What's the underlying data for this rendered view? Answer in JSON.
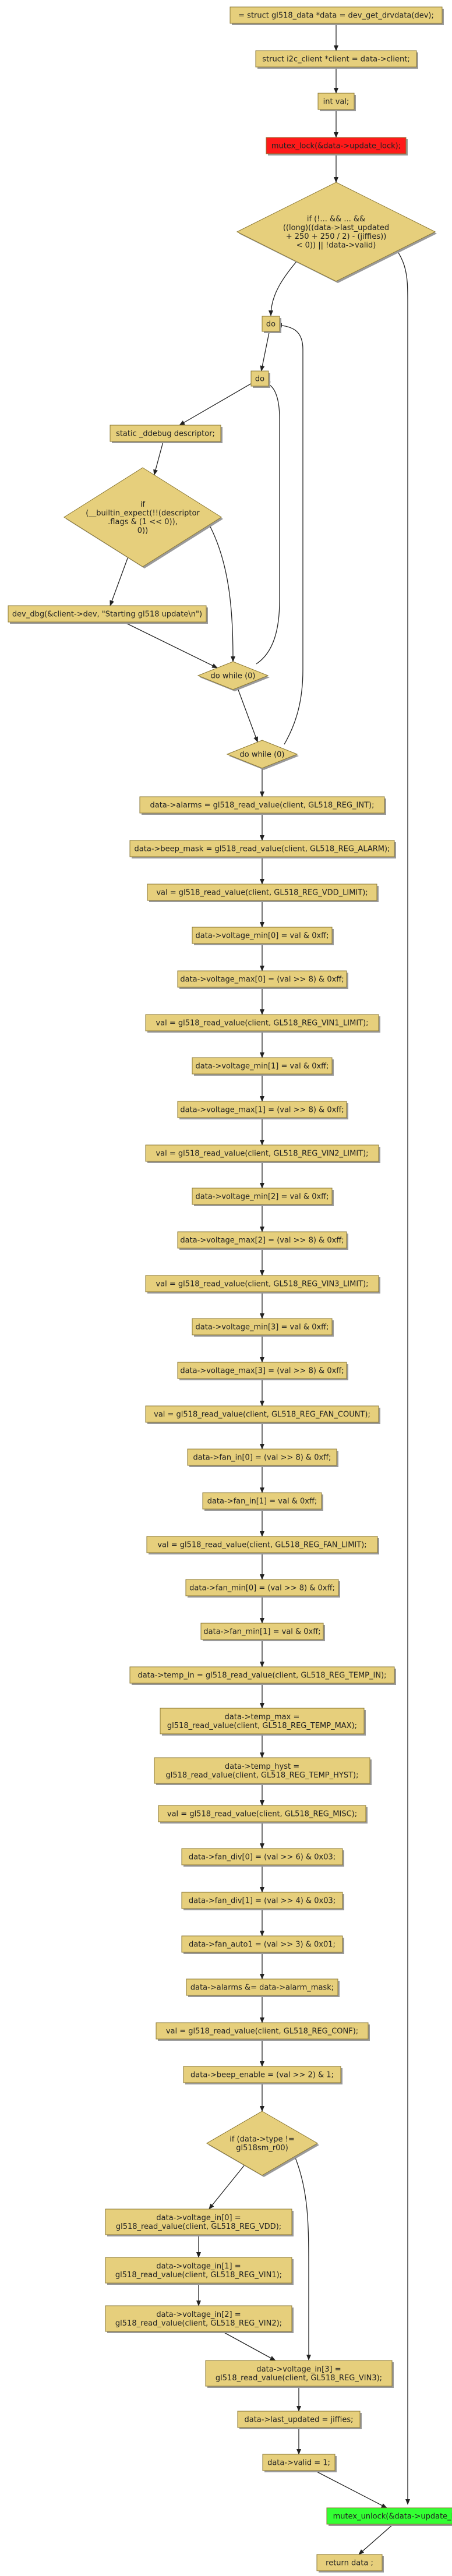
{
  "colors": {
    "box_fill": "#e6cf7c",
    "box_stroke": "#8a7733",
    "edge": "#222222",
    "lock_fill": "#ff1a1a",
    "unlock_fill": "#33ff33",
    "shadow": "#9a9a9a"
  },
  "nodes": [
    {
      "id": "n1",
      "shape": "box",
      "lines": [
        "= struct gl518_data *data = dev_get_drvdata(dev);"
      ]
    },
    {
      "id": "n2",
      "shape": "box",
      "lines": [
        "struct i2c_client *client = data->client;"
      ]
    },
    {
      "id": "n3",
      "shape": "box",
      "lines": [
        "int val;"
      ]
    },
    {
      "id": "n4",
      "shape": "box",
      "style": "lock",
      "lines": [
        "mutex_lock(&data->update_lock);"
      ]
    },
    {
      "id": "n5",
      "shape": "diamond",
      "lines": [
        "if (!... && ... &&",
        "((long)((data->last_updated",
        "+ 250 + 250 / 2) - (jiffies))",
        "< 0)) || !data->valid)"
      ]
    },
    {
      "id": "n6",
      "shape": "box",
      "lines": [
        "do"
      ]
    },
    {
      "id": "n7",
      "shape": "box",
      "lines": [
        "do"
      ]
    },
    {
      "id": "n8",
      "shape": "box",
      "lines": [
        "static _ddebug descriptor;"
      ]
    },
    {
      "id": "n9",
      "shape": "diamond",
      "lines": [
        "if",
        "(__builtin_expect(!!(descriptor",
        ".flags & (1 << 0)),",
        "0))"
      ]
    },
    {
      "id": "n10",
      "shape": "box",
      "lines": [
        "dev_dbg(&client->dev, \"Starting gl518 update\\n\")"
      ]
    },
    {
      "id": "n11",
      "shape": "diamond",
      "lines": [
        "do while (0)"
      ]
    },
    {
      "id": "n12",
      "shape": "diamond",
      "lines": [
        "do while (0)"
      ]
    },
    {
      "id": "n13",
      "shape": "box",
      "lines": [
        "data->alarms = gl518_read_value(client, GL518_REG_INT);"
      ]
    },
    {
      "id": "n14",
      "shape": "box",
      "lines": [
        "data->beep_mask = gl518_read_value(client, GL518_REG_ALARM);"
      ]
    },
    {
      "id": "n15",
      "shape": "box",
      "lines": [
        "val = gl518_read_value(client, GL518_REG_VDD_LIMIT);"
      ]
    },
    {
      "id": "n16",
      "shape": "box",
      "lines": [
        "data->voltage_min[0] = val & 0xff;"
      ]
    },
    {
      "id": "n17",
      "shape": "box",
      "lines": [
        "data->voltage_max[0] = (val >> 8) & 0xff;"
      ]
    },
    {
      "id": "n18",
      "shape": "box",
      "lines": [
        "val = gl518_read_value(client, GL518_REG_VIN1_LIMIT);"
      ]
    },
    {
      "id": "n19",
      "shape": "box",
      "lines": [
        "data->voltage_min[1] = val & 0xff;"
      ]
    },
    {
      "id": "n20",
      "shape": "box",
      "lines": [
        "data->voltage_max[1] = (val >> 8) & 0xff;"
      ]
    },
    {
      "id": "n21",
      "shape": "box",
      "lines": [
        "val = gl518_read_value(client, GL518_REG_VIN2_LIMIT);"
      ]
    },
    {
      "id": "n22",
      "shape": "box",
      "lines": [
        "data->voltage_min[2] = val & 0xff;"
      ]
    },
    {
      "id": "n23",
      "shape": "box",
      "lines": [
        "data->voltage_max[2] = (val >> 8) & 0xff;"
      ]
    },
    {
      "id": "n24",
      "shape": "box",
      "lines": [
        "val = gl518_read_value(client, GL518_REG_VIN3_LIMIT);"
      ]
    },
    {
      "id": "n25",
      "shape": "box",
      "lines": [
        "data->voltage_min[3] = val & 0xff;"
      ]
    },
    {
      "id": "n26",
      "shape": "box",
      "lines": [
        "data->voltage_max[3] = (val >> 8) & 0xff;"
      ]
    },
    {
      "id": "n27",
      "shape": "box",
      "lines": [
        "val = gl518_read_value(client, GL518_REG_FAN_COUNT);"
      ]
    },
    {
      "id": "n28",
      "shape": "box",
      "lines": [
        "data->fan_in[0] = (val >> 8) & 0xff;"
      ]
    },
    {
      "id": "n29",
      "shape": "box",
      "lines": [
        "data->fan_in[1] = val & 0xff;"
      ]
    },
    {
      "id": "n30",
      "shape": "box",
      "lines": [
        "val = gl518_read_value(client, GL518_REG_FAN_LIMIT);"
      ]
    },
    {
      "id": "n31",
      "shape": "box",
      "lines": [
        "data->fan_min[0] = (val >> 8) & 0xff;"
      ]
    },
    {
      "id": "n32",
      "shape": "box",
      "lines": [
        "data->fan_min[1] = val & 0xff;"
      ]
    },
    {
      "id": "n33",
      "shape": "box",
      "lines": [
        "data->temp_in = gl518_read_value(client, GL518_REG_TEMP_IN);"
      ]
    },
    {
      "id": "n34",
      "shape": "box",
      "lines": [
        "data->temp_max =",
        "gl518_read_value(client, GL518_REG_TEMP_MAX);"
      ]
    },
    {
      "id": "n35",
      "shape": "box",
      "lines": [
        "data->temp_hyst =",
        "gl518_read_value(client, GL518_REG_TEMP_HYST);"
      ]
    },
    {
      "id": "n36",
      "shape": "box",
      "lines": [
        "val = gl518_read_value(client, GL518_REG_MISC);"
      ]
    },
    {
      "id": "n37",
      "shape": "box",
      "lines": [
        "data->fan_div[0] = (val >> 6) & 0x03;"
      ]
    },
    {
      "id": "n38",
      "shape": "box",
      "lines": [
        "data->fan_div[1] = (val >> 4) & 0x03;"
      ]
    },
    {
      "id": "n39",
      "shape": "box",
      "lines": [
        "data->fan_auto1  = (val >> 3) & 0x01;"
      ]
    },
    {
      "id": "n40",
      "shape": "box",
      "lines": [
        "data->alarms &= data->alarm_mask;"
      ]
    },
    {
      "id": "n41",
      "shape": "box",
      "lines": [
        "val = gl518_read_value(client, GL518_REG_CONF);"
      ]
    },
    {
      "id": "n42",
      "shape": "box",
      "lines": [
        "data->beep_enable = (val >> 2) & 1;"
      ]
    },
    {
      "id": "n43",
      "shape": "diamond",
      "lines": [
        "if (data->type !=",
        "gl518sm_r00)"
      ]
    },
    {
      "id": "n44",
      "shape": "box",
      "lines": [
        "data->voltage_in[0] =",
        "gl518_read_value(client, GL518_REG_VDD);"
      ]
    },
    {
      "id": "n45",
      "shape": "box",
      "lines": [
        "data->voltage_in[1] =",
        "gl518_read_value(client, GL518_REG_VIN1);"
      ]
    },
    {
      "id": "n46",
      "shape": "box",
      "lines": [
        "data->voltage_in[2] =",
        "gl518_read_value(client, GL518_REG_VIN2);"
      ]
    },
    {
      "id": "n47",
      "shape": "box",
      "lines": [
        "data->voltage_in[3] =",
        "gl518_read_value(client, GL518_REG_VIN3);"
      ]
    },
    {
      "id": "n48",
      "shape": "box",
      "lines": [
        "data->last_updated = jiffies;"
      ]
    },
    {
      "id": "n49",
      "shape": "box",
      "lines": [
        "data->valid = 1;"
      ]
    },
    {
      "id": "n50",
      "shape": "box",
      "style": "unlock",
      "lines": [
        "mutex_unlock(&data->update_lock);"
      ]
    },
    {
      "id": "n51",
      "shape": "box",
      "lines": [
        "return data ;"
      ]
    }
  ],
  "edges": [
    {
      "from": "n1",
      "to": "n2"
    },
    {
      "from": "n2",
      "to": "n3"
    },
    {
      "from": "n3",
      "to": "n4"
    },
    {
      "from": "n4",
      "to": "n5"
    },
    {
      "from": "n5",
      "to": "n6"
    },
    {
      "from": "n5",
      "to": "n50"
    },
    {
      "from": "n6",
      "to": "n7"
    },
    {
      "from": "n7",
      "to": "n8"
    },
    {
      "from": "n8",
      "to": "n9"
    },
    {
      "from": "n9",
      "to": "n10"
    },
    {
      "from": "n9",
      "to": "n11"
    },
    {
      "from": "n10",
      "to": "n11"
    },
    {
      "from": "n11",
      "to": "n7"
    },
    {
      "from": "n11",
      "to": "n12"
    },
    {
      "from": "n12",
      "to": "n6"
    },
    {
      "from": "n12",
      "to": "n13"
    },
    {
      "from": "n13",
      "to": "n14"
    },
    {
      "from": "n14",
      "to": "n15"
    },
    {
      "from": "n15",
      "to": "n16"
    },
    {
      "from": "n16",
      "to": "n17"
    },
    {
      "from": "n17",
      "to": "n18"
    },
    {
      "from": "n18",
      "to": "n19"
    },
    {
      "from": "n19",
      "to": "n20"
    },
    {
      "from": "n20",
      "to": "n21"
    },
    {
      "from": "n21",
      "to": "n22"
    },
    {
      "from": "n22",
      "to": "n23"
    },
    {
      "from": "n23",
      "to": "n24"
    },
    {
      "from": "n24",
      "to": "n25"
    },
    {
      "from": "n25",
      "to": "n26"
    },
    {
      "from": "n26",
      "to": "n27"
    },
    {
      "from": "n27",
      "to": "n28"
    },
    {
      "from": "n28",
      "to": "n29"
    },
    {
      "from": "n29",
      "to": "n30"
    },
    {
      "from": "n30",
      "to": "n31"
    },
    {
      "from": "n31",
      "to": "n32"
    },
    {
      "from": "n32",
      "to": "n33"
    },
    {
      "from": "n33",
      "to": "n34"
    },
    {
      "from": "n34",
      "to": "n35"
    },
    {
      "from": "n35",
      "to": "n36"
    },
    {
      "from": "n36",
      "to": "n37"
    },
    {
      "from": "n37",
      "to": "n38"
    },
    {
      "from": "n38",
      "to": "n39"
    },
    {
      "from": "n39",
      "to": "n40"
    },
    {
      "from": "n40",
      "to": "n41"
    },
    {
      "from": "n41",
      "to": "n42"
    },
    {
      "from": "n42",
      "to": "n43"
    },
    {
      "from": "n43",
      "to": "n44"
    },
    {
      "from": "n43",
      "to": "n47"
    },
    {
      "from": "n44",
      "to": "n45"
    },
    {
      "from": "n45",
      "to": "n46"
    },
    {
      "from": "n46",
      "to": "n47"
    },
    {
      "from": "n47",
      "to": "n48"
    },
    {
      "from": "n48",
      "to": "n49"
    },
    {
      "from": "n49",
      "to": "n50"
    },
    {
      "from": "n50",
      "to": "n51"
    }
  ]
}
